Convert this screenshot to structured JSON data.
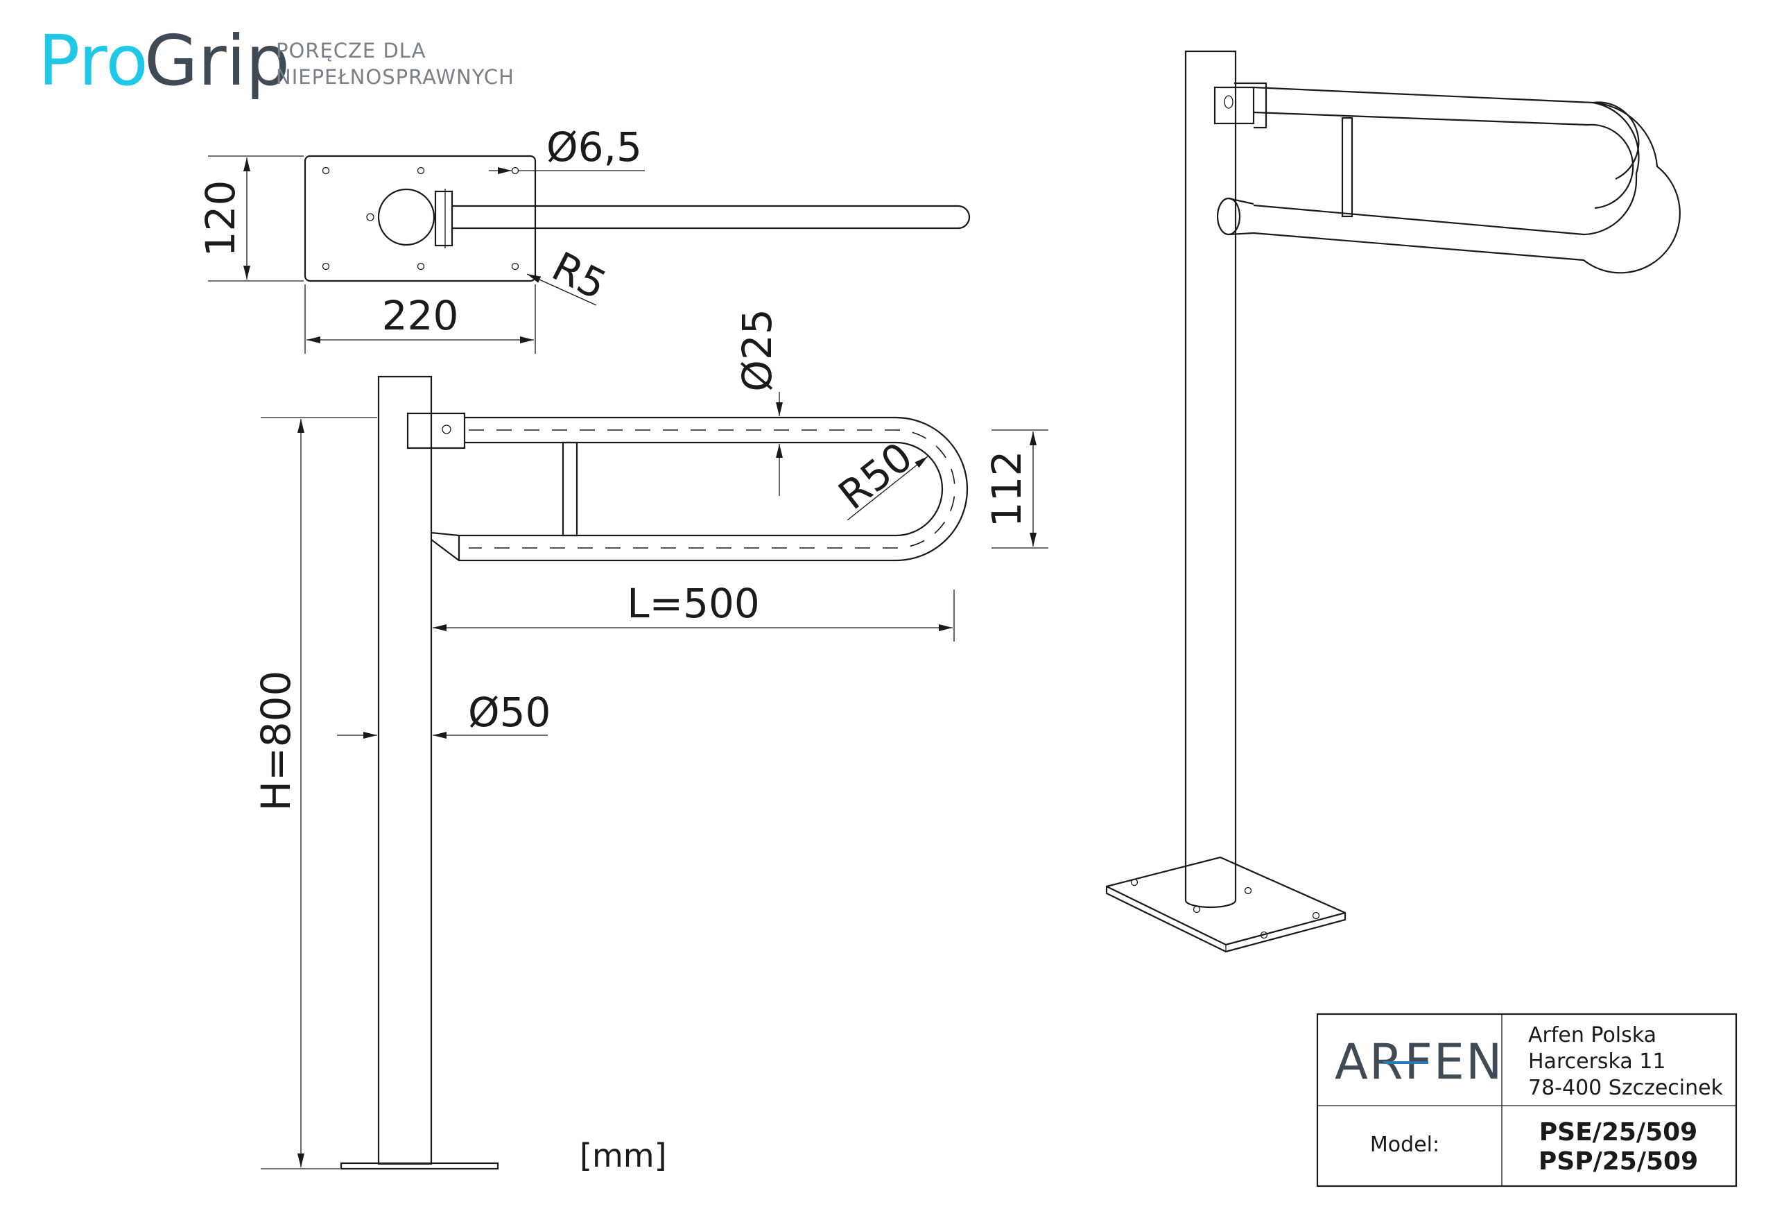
{
  "brand": {
    "name_part1": "Pro",
    "name_part2": "Grip",
    "tagline_line1": "PORĘCZE DLA",
    "tagline_line2": "NIEPEŁNOSPRAWNYCH",
    "color_pro": "#1ec8e6",
    "color_grip": "#404a55",
    "color_tagline": "#7a8088"
  },
  "dimensions": {
    "hole_diameter": "Ø6,5",
    "plate_height": "120",
    "corner_radius": "R5",
    "plate_width": "220",
    "tube_diameter": "Ø25",
    "bend_radius": "R50",
    "rail_spacing": "112",
    "length": "L=500",
    "post_diameter": "Ø50",
    "height": "H=800"
  },
  "unit_label": "[mm]",
  "title_block": {
    "logo_text": "ARFEN",
    "company": "Arfen Polska",
    "street": "Harcerska 11",
    "city": "78-400 Szczecinek",
    "model_label": "Model:",
    "model_1": "PSE/25/509",
    "model_2": "PSP/25/509",
    "logo_accent": "#2a7ab8"
  }
}
